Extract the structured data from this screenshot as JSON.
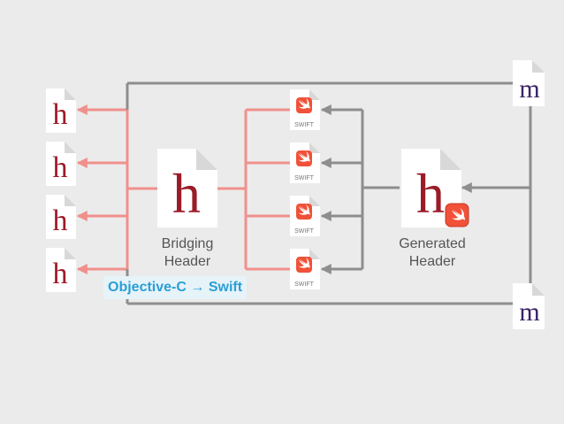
{
  "colors": {
    "background": "#ebebeb",
    "objc_to_swift": "#f0908c",
    "swift_to_objc": "#8e8e8e",
    "h_letter": "#9b1c28",
    "m_letter": "#3a2466",
    "banner_text": "#2a9fd6",
    "banner_bg": "#e6f3f8",
    "swift_badge": "#f05138"
  },
  "nodes": {
    "objc_headers": [
      {
        "letter": "h"
      },
      {
        "letter": "h"
      },
      {
        "letter": "h"
      },
      {
        "letter": "h"
      }
    ],
    "bridging_header": {
      "letter": "h",
      "caption_line1": "Bridging",
      "caption_line2": "Header"
    },
    "swift_files": [
      {
        "label": "SWIFT",
        "icon": "swift-logo-icon"
      },
      {
        "label": "SWIFT",
        "icon": "swift-logo-icon"
      },
      {
        "label": "SWIFT",
        "icon": "swift-logo-icon"
      },
      {
        "label": "SWIFT",
        "icon": "swift-logo-icon"
      }
    ],
    "generated_header": {
      "letter": "h",
      "badge_icon": "swift-logo-icon",
      "caption_line1": "Generated",
      "caption_line2": "Header"
    },
    "implementation_files": [
      {
        "letter": "m"
      },
      {
        "letter": "m"
      }
    ]
  },
  "banner": {
    "left": "Objective-C",
    "arrow": "→",
    "right": "Swift"
  }
}
